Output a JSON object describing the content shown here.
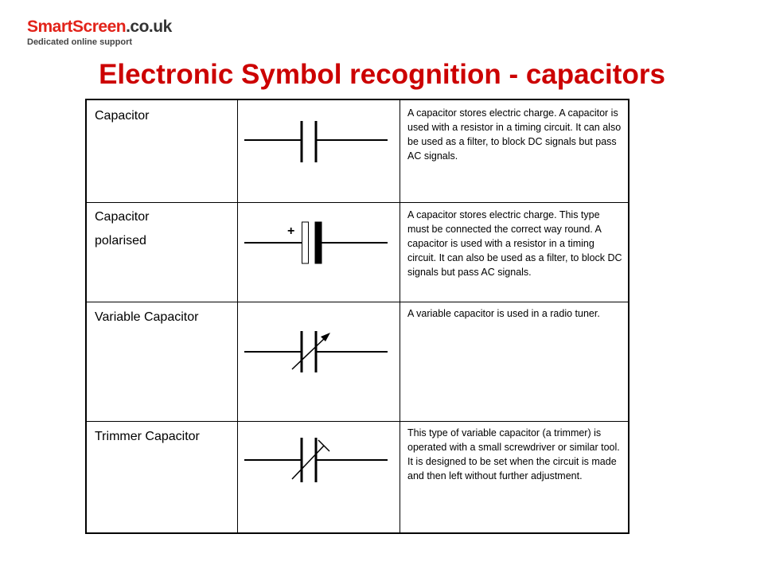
{
  "logo": {
    "smart": "Smart",
    "screen": "Screen",
    "domain": ".co.uk",
    "tagline": "Dedicated online support"
  },
  "title": "Electronic Symbol recognition - capacitors",
  "rows": [
    {
      "name_lines": [
        "Capacitor"
      ],
      "symbol": "capacitor-symbol",
      "description": "A capacitor stores electric charge. A capacitor is used with a resistor in a timing circuit. It can also be used as a filter, to block DC signals but pass AC signals."
    },
    {
      "name_lines": [
        "Capacitor",
        "polarised"
      ],
      "symbol": "polarised-capacitor-symbol",
      "plus_sign": "+",
      "description": "A capacitor stores electric charge. This type must be connected the correct way round. A capacitor is used with a resistor in a timing circuit. It can also be used as a filter, to block DC signals but pass AC signals."
    },
    {
      "name_lines": [
        "Variable Capacitor"
      ],
      "symbol": "variable-capacitor-symbol",
      "description": "A variable capacitor is used in a radio tuner."
    },
    {
      "name_lines": [
        "Trimmer Capacitor"
      ],
      "symbol": "trimmer-capacitor-symbol",
      "description": "This type of variable capacitor (a trimmer) is operated with a small screwdriver or similar tool. It is designed to be set when the circuit is made and then left without further adjustment."
    }
  ]
}
